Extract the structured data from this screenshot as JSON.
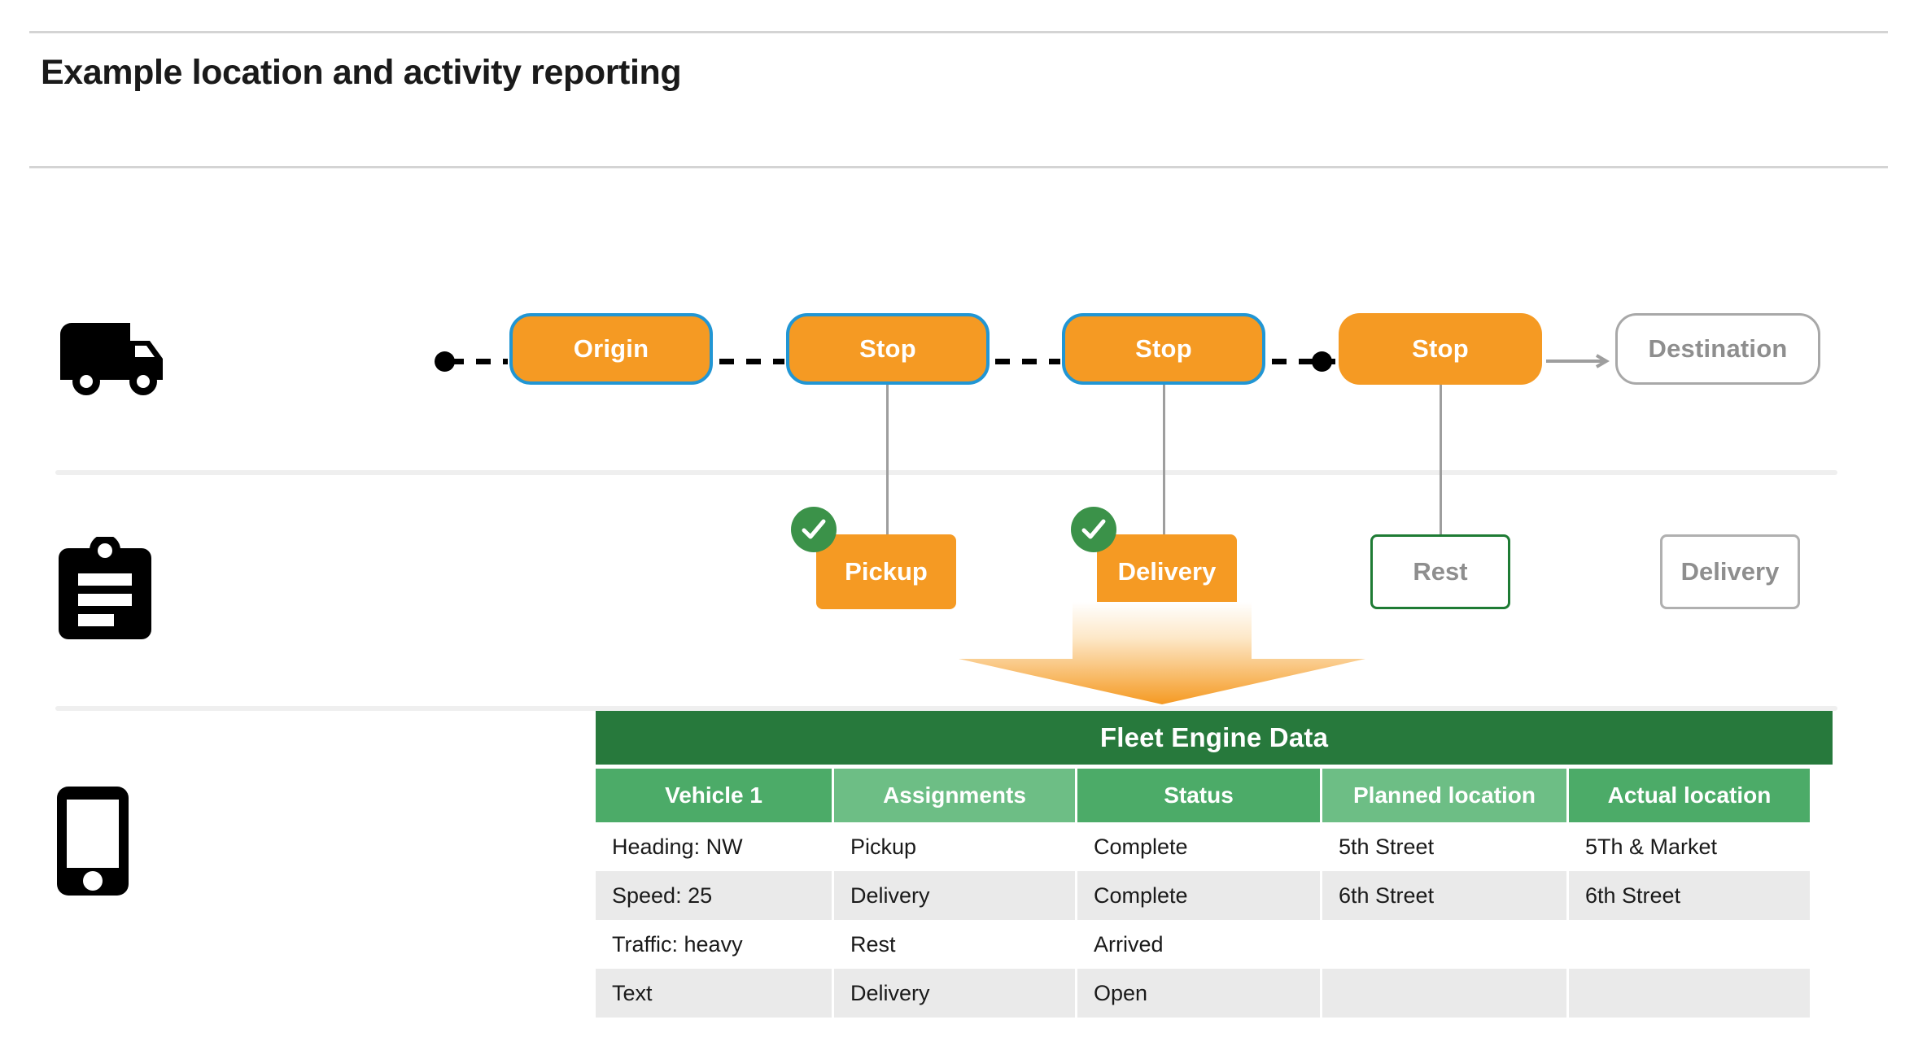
{
  "page": {
    "title": "Example location and activity reporting"
  },
  "rows": {
    "vehicle_icon": "truck-icon",
    "activity_icon": "clipboard-icon",
    "device_icon": "mobile-phone-icon"
  },
  "route": {
    "nodes": [
      {
        "label": "Origin",
        "style": "filled",
        "has_drop": false
      },
      {
        "label": "Stop",
        "style": "filled",
        "has_drop": true
      },
      {
        "label": "Stop",
        "style": "filled",
        "has_drop": true
      },
      {
        "label": "Stop",
        "style": "filled-noborder",
        "has_drop": true
      },
      {
        "label": "Destination",
        "style": "ghost",
        "has_drop": false
      }
    ],
    "colors": {
      "stop_fill": "#f59a23",
      "stop_border": "#2196d4",
      "destination_border": "#a8a8a8",
      "destination_text": "#8e8e8e",
      "connector": "#000000"
    }
  },
  "activities": [
    {
      "label": "Pickup",
      "state": "complete",
      "style": "filled",
      "checked": true
    },
    {
      "label": "Delivery",
      "state": "complete",
      "style": "filled",
      "checked": true
    },
    {
      "label": "Rest",
      "state": "arrived",
      "style": "open-green",
      "checked": false
    },
    {
      "label": "Delivery",
      "state": "open",
      "style": "open-gray",
      "checked": false
    }
  ],
  "arrow": {
    "name": "down-arrow",
    "gradient_from": "#ffffff",
    "gradient_to": "#f59a23"
  },
  "fleet_table": {
    "title": "Fleet Engine Data",
    "title_bg": "#27793c",
    "header_tone_a": "#4cab68",
    "header_tone_b": "#6dbe85",
    "columns": [
      "Vehicle 1",
      "Assignments",
      "Status",
      "Planned location",
      "Actual location"
    ],
    "rows": [
      [
        "Heading: NW",
        "Pickup",
        "Complete",
        "5th Street",
        "5Th & Market"
      ],
      [
        "Speed: 25",
        "Delivery",
        "Complete",
        "6th Street",
        "6th Street"
      ],
      [
        "Traffic: heavy",
        "Rest",
        "Arrived",
        "",
        ""
      ],
      [
        "Text",
        "Delivery",
        "Open",
        "",
        ""
      ]
    ]
  }
}
